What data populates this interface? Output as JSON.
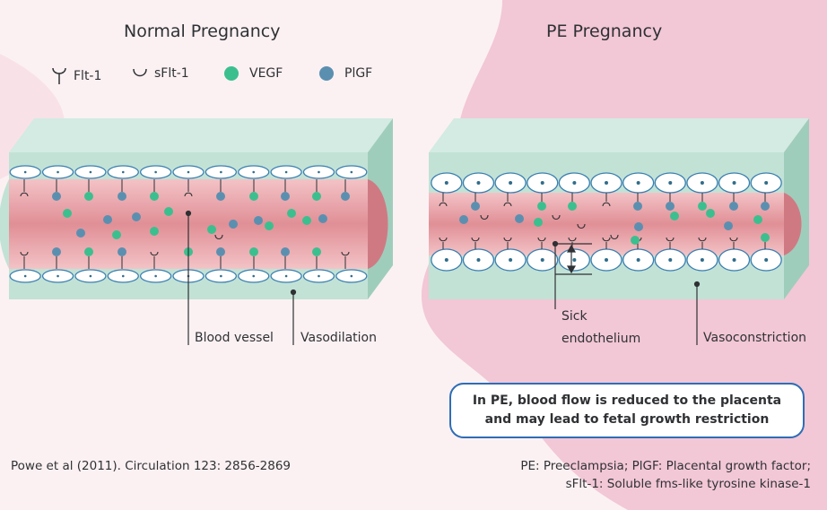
{
  "titles": {
    "left": "Normal Pregnancy",
    "right": "PE Pregnancy"
  },
  "legend": [
    {
      "icon": "flt1-receptor-icon",
      "label": "Flt-1"
    },
    {
      "icon": "sflt1-receptor-icon",
      "label": "sFlt-1"
    },
    {
      "icon": "vegf-dot-icon",
      "label": "VEGF",
      "color": "#3cbf8f"
    },
    {
      "icon": "pigf-dot-icon",
      "label": "PlGF",
      "color": "#5b8fb0"
    }
  ],
  "labels": {
    "blood_vessel": "Blood vessel",
    "vasodilation": "Vasodilation",
    "sick_line1": "Sick",
    "sick_line2": "endothelium",
    "vasoconstriction": "Vasoconstriction"
  },
  "callout": {
    "line1": "In PE, blood flow is reduced to the placenta",
    "line2": "and may lead to fetal growth restriction"
  },
  "footer": {
    "citation": "Powe et al (2011). Circulation 123: 2856-2869",
    "abbrev_line1": "PE: Preeclampsia; PlGF: Placental growth factor;",
    "abbrev_line2": "sFlt-1: Soluble fms-like tyrosine kinase-1"
  },
  "colors": {
    "vegf": "#3cbf8f",
    "pigf": "#5b8fb0",
    "vessel_wall": "#c7e3da",
    "lumen": "#e79aa0",
    "accent_blue": "#2f6db6"
  }
}
